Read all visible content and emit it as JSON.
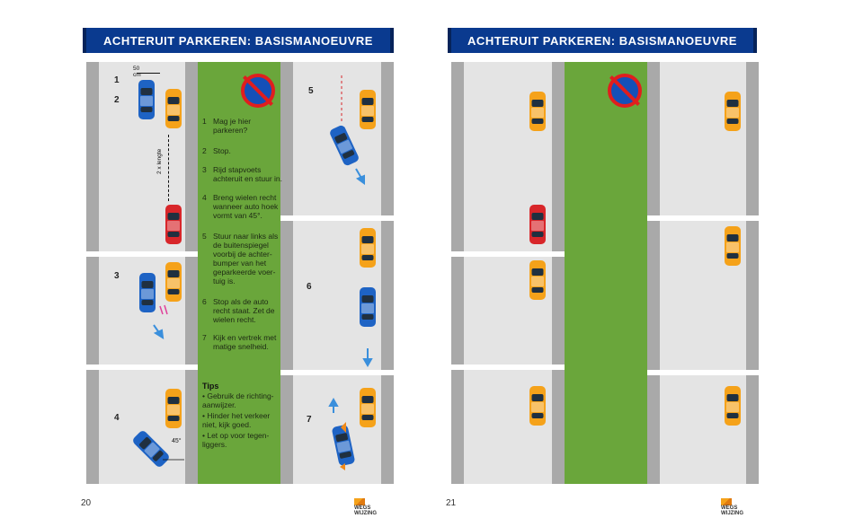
{
  "left_page": {
    "title": "ACHTERUIT PARKEREN: BASISMANOEUVRE",
    "page_number": "20",
    "dimension_width": "50 cm",
    "dimension_length": "2 x lengte",
    "angle_label": "45°",
    "step_numbers": [
      "1",
      "2",
      "3",
      "4",
      "5",
      "6",
      "7"
    ],
    "instructions": [
      {
        "n": "1",
        "text": "Mag je hier parkeren?"
      },
      {
        "n": "2",
        "text": "Stop."
      },
      {
        "n": "3",
        "text": "Rijd stapvoets achteruit en stuur in."
      },
      {
        "n": "4",
        "text": "Breng wielen recht wanneer auto hoek vormt van 45°."
      },
      {
        "n": "5",
        "text": "Stuur naar links als de buitenspiegel voorbij de achter-bumper van het geparkeerde voer-tuig is."
      },
      {
        "n": "6",
        "text": "Stop als de auto recht staat. Zet de wielen recht."
      },
      {
        "n": "7",
        "text": "Kijk en vertrek met matige snelheid."
      }
    ],
    "tips_title": "Tips",
    "tips": [
      "Gebruik de richting-aanwijzer.",
      "Hinder het verkeer niet, kijk goed.",
      "Let op voor tegen-liggers."
    ],
    "logo_text": [
      "WEGS",
      "WIJZING"
    ]
  },
  "right_page": {
    "title": "ACHTERUIT PARKEREN: BASISMANOEUVRE",
    "page_number": "21",
    "logo_text": [
      "WEGS",
      "WIJZING"
    ]
  },
  "colors": {
    "header": "#0a3a8f",
    "median": "#6aa63b",
    "road": "#d9d9d9",
    "car_orange": "#f5a21a",
    "car_blue": "#1e63c4",
    "car_red": "#d8262a",
    "arrow": "#3a8fdc"
  },
  "icons": [
    "no-parking-sign-icon",
    "car-icon",
    "arrow-icon",
    "logo-icon"
  ]
}
